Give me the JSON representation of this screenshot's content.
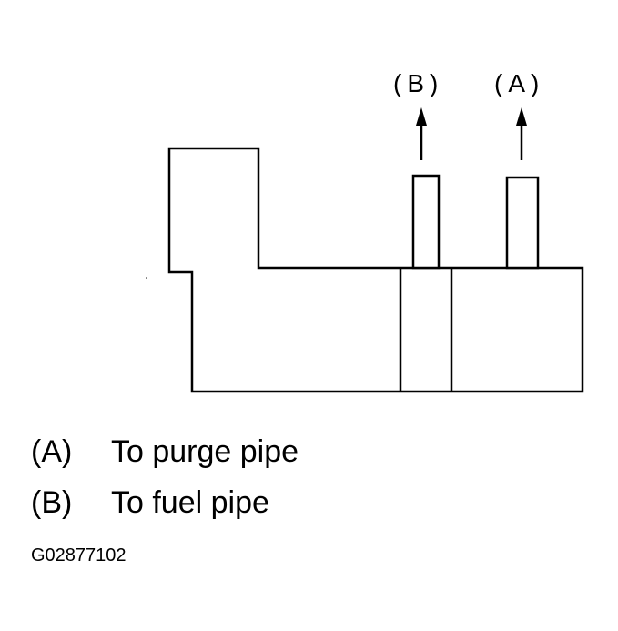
{
  "callouts": {
    "b": "(B)",
    "a": "(A)"
  },
  "legend": [
    {
      "key": "(A)",
      "text": "To purge pipe"
    },
    {
      "key": "(B)",
      "text": "To fuel pipe"
    }
  ],
  "figure_id": "G02877102",
  "colors": {
    "line": "#000000",
    "background": "#ffffff"
  }
}
